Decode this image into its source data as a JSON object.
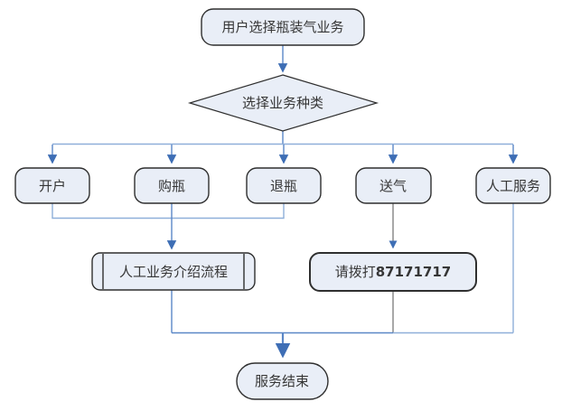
{
  "diagram": {
    "start": "用户选择瓶装气业务",
    "decision": "选择业务种类",
    "branches": [
      {
        "id": "open-account",
        "label": "开户"
      },
      {
        "id": "buy-bottle",
        "label": "购瓶"
      },
      {
        "id": "return-bottle",
        "label": "退瓶"
      },
      {
        "id": "gas-delivery",
        "label": "送气"
      },
      {
        "id": "manual-service",
        "label": "人工服务"
      }
    ],
    "intro_process": "人工业务介绍流程",
    "call": {
      "prefix": "请拨打",
      "number": "87171717"
    },
    "end": "服务结束"
  },
  "colors": {
    "node_fill": "#e9eef7",
    "node_border": "#2f2f2f",
    "edge_blue": "#5b87c7",
    "edge_light": "#8fafd9",
    "edge_gray": "#6e6e6e",
    "arrow_head": "#3e6eb5",
    "text": "#363636"
  }
}
